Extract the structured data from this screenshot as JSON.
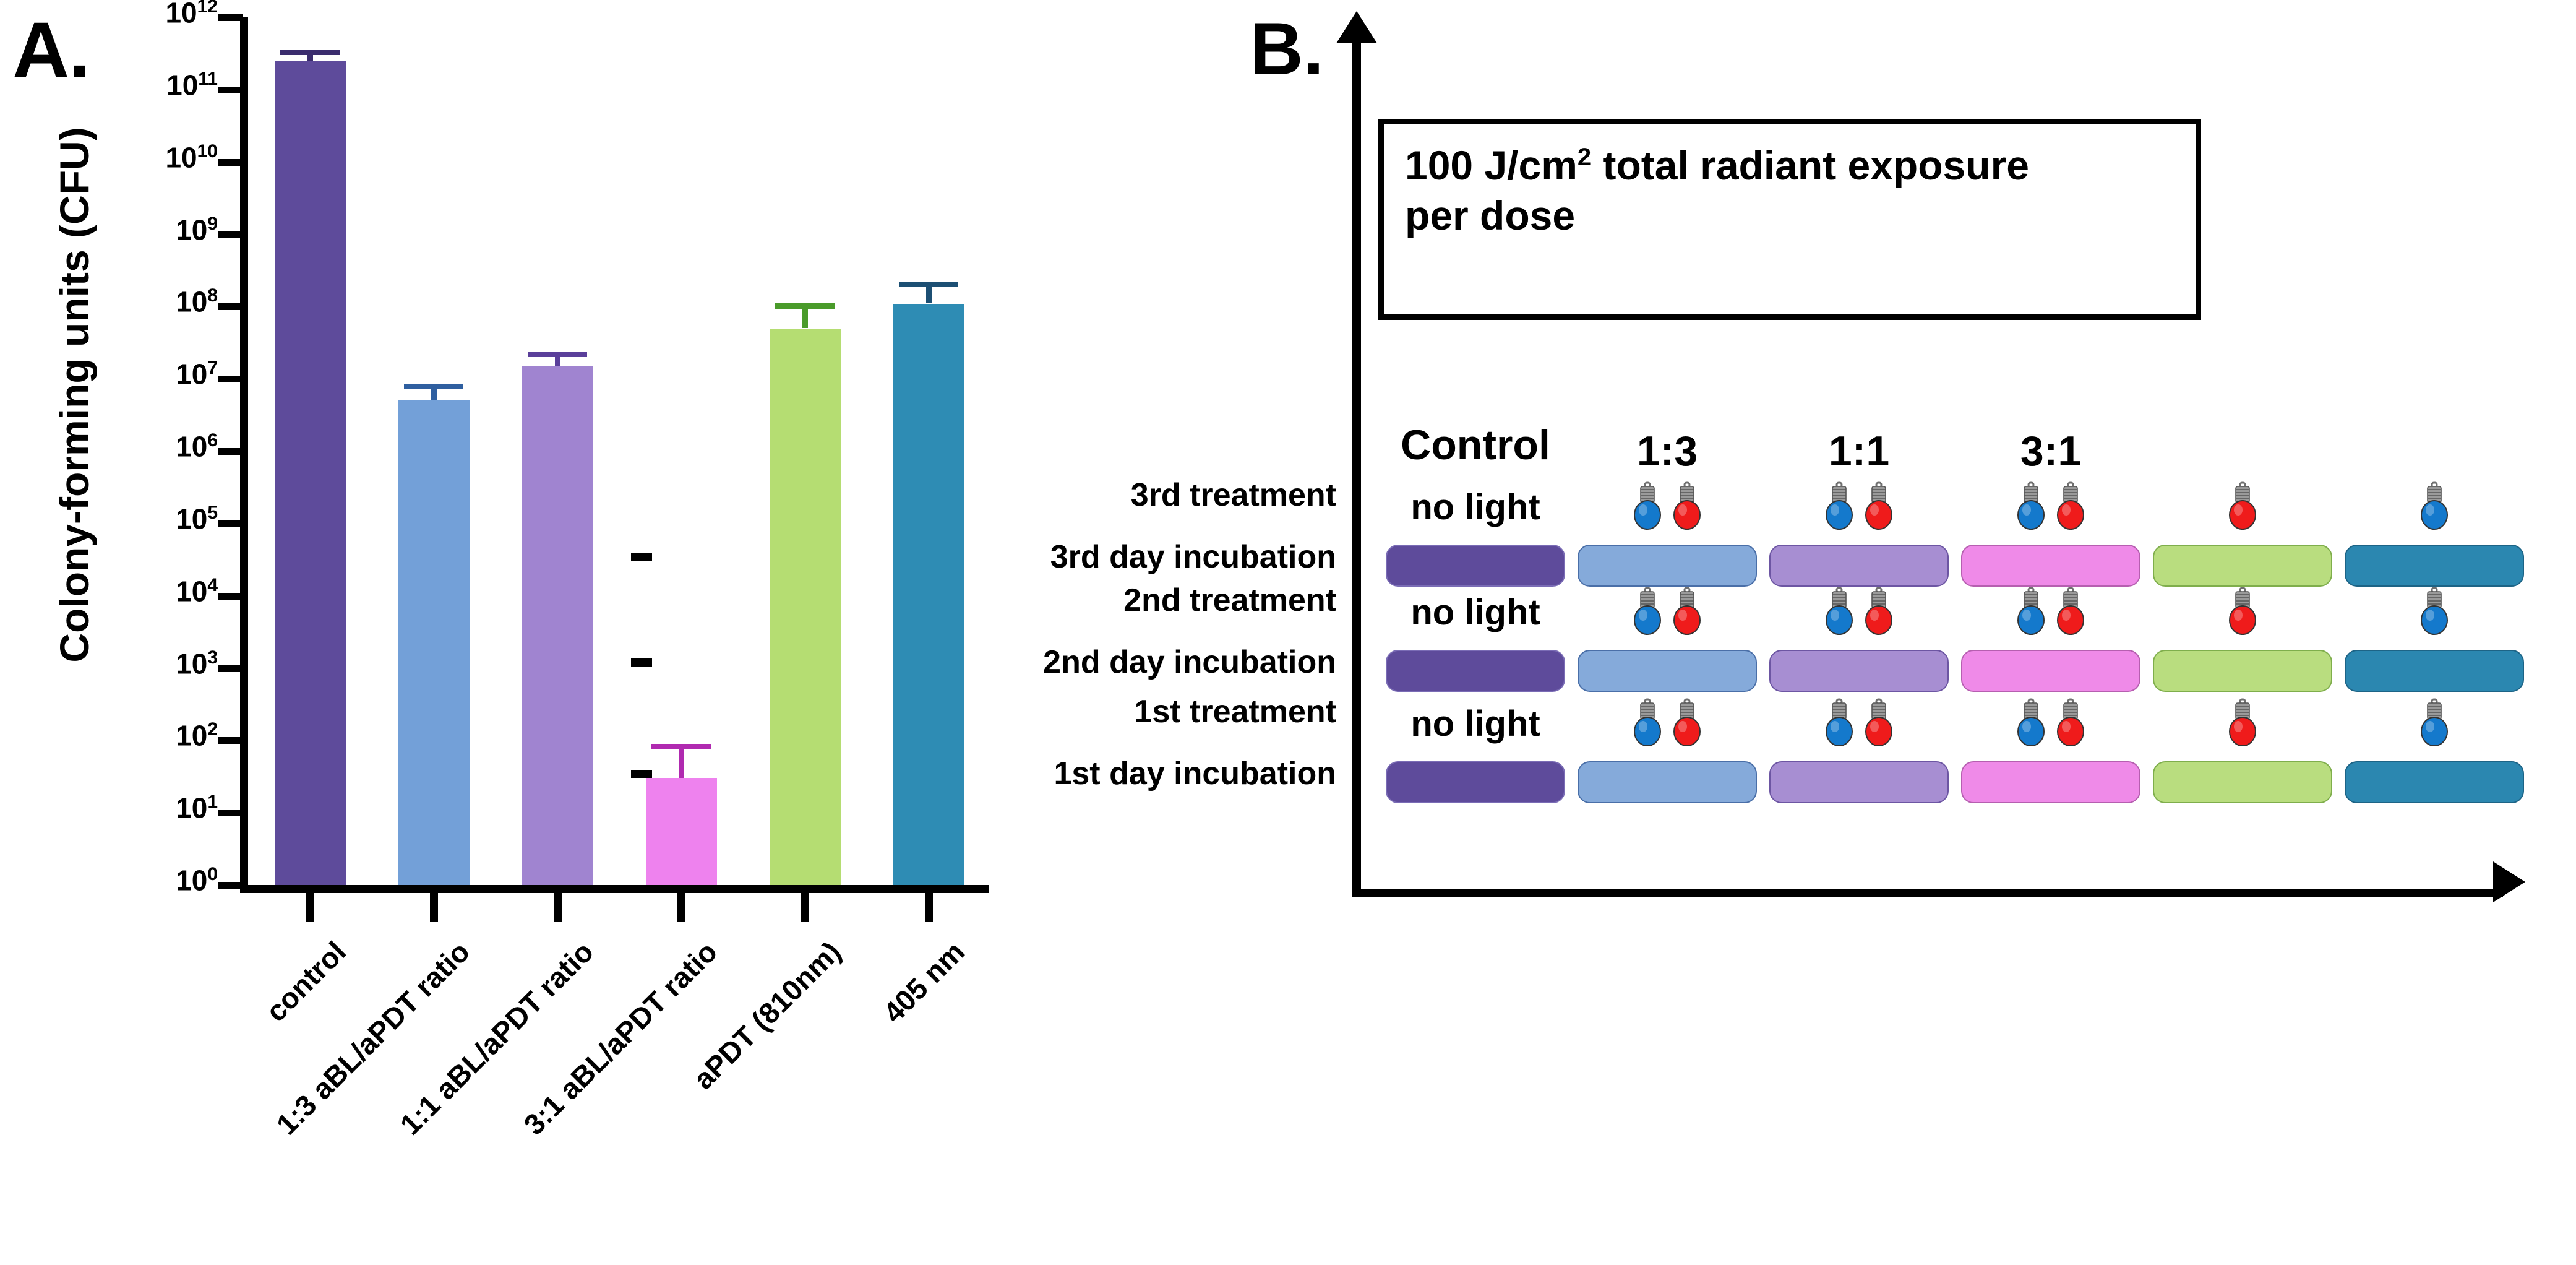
{
  "figure": {
    "panelA_letter": "A.",
    "panelB_letter": "B."
  },
  "chart_data": {
    "type": "bar",
    "title": "",
    "xlabel": "",
    "ylabel": "Colony-forming units (CFU)",
    "yscale": "log",
    "ylim": [
      1,
      1000000000000
    ],
    "ytick_labels": [
      "10¹²",
      "10¹¹",
      "10¹⁰",
      "10⁹",
      "10⁸",
      "10⁷",
      "10⁶",
      "10⁵",
      "10⁴",
      "10³",
      "10²",
      "10¹",
      "10⁰"
    ],
    "ytick_bases": [
      "10",
      "10",
      "10",
      "10",
      "10",
      "10",
      "10",
      "10",
      "10",
      "10",
      "10",
      "10",
      "10"
    ],
    "ytick_exponents": [
      "12",
      "11",
      "10",
      "9",
      "8",
      "7",
      "6",
      "5",
      "4",
      "3",
      "2",
      "1",
      "0"
    ],
    "categories": [
      "control",
      "1:3 aBL/aPDT ratio",
      "1:1 aBL/aPDT ratio",
      "3:1 aBL/aPDT ratio",
      "aPDT (810nm)",
      "405 nm"
    ],
    "values": [
      250000000000.0,
      5000000.0,
      15000000.0,
      30.0,
      50000000.0,
      110000000.0
    ],
    "err_upper": [
      360000000000.0,
      8500000.0,
      24000000.0,
      90.0,
      110000000.0,
      220000000.0
    ],
    "bar_colors": [
      "#5e4b9b",
      "#73a0d8",
      "#a084d0",
      "#ee82ee",
      "#b5dd72",
      "#2e8cb4"
    ],
    "err_colors": [
      "#3b2d6e",
      "#2f5fa0",
      "#5a3f9a",
      "#b02ab0",
      "#4a9b2a",
      "#1c4f73"
    ],
    "grid": false,
    "legend": false
  },
  "panelB": {
    "dose_note": {
      "line1_pre": "100 J/cm",
      "line1_sup": "2",
      "line1_post": " total radiant exposure",
      "line2": "per dose"
    },
    "row_labels": [
      "3rd treatment",
      "3rd day incubation",
      "2nd treatment",
      "2nd day incubation",
      "1st treatment",
      "1st day incubation"
    ],
    "columns": [
      {
        "header": "Control",
        "sub": "no light",
        "plate_color": "#5e4b9b",
        "plate_border": "#7a6cb5",
        "bulbs": []
      },
      {
        "header": "1:3",
        "sub": "",
        "plate_color": "#85aada",
        "plate_border": "#4a6fa8",
        "bulbs": [
          "blue",
          "red"
        ]
      },
      {
        "header": "1:1",
        "sub": "",
        "plate_color": "#a78ed2",
        "plate_border": "#6d56a3",
        "bulbs": [
          "blue",
          "red"
        ]
      },
      {
        "header": "3:1",
        "sub": "",
        "plate_color": "#ef8ae8",
        "plate_border": "#b65fb0",
        "bulbs": [
          "blue",
          "red"
        ]
      },
      {
        "header": "",
        "sub": "",
        "plate_color": "#b9dd7f",
        "plate_border": "#7fae4c",
        "bulbs": [
          "red"
        ]
      },
      {
        "header": "",
        "sub": "",
        "plate_color": "#2b87b0",
        "plate_border": "#1d6486",
        "bulbs": [
          "blue"
        ]
      }
    ],
    "no_light_labels": [
      "no light",
      "no light",
      "no light"
    ],
    "bulb_colors": {
      "blue": "#1479cc",
      "red": "#ef1b1b",
      "cap": "#9a9a9a"
    }
  }
}
